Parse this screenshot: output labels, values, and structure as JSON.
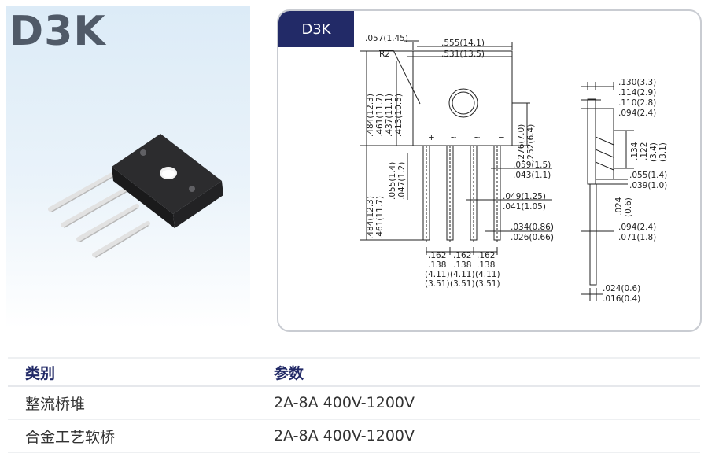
{
  "product": {
    "title": "D3K"
  },
  "drawing": {
    "tab_label": "D3K",
    "front_dims": {
      "lead_offset": ".057(1.45)",
      "width_max": ".555(14.1)",
      "width_min": ".531(13.5)",
      "radius": "R2",
      "body_h_max": ".484(12.3)",
      "body_h_min": ".461(11.7)",
      "hole_pos_max": ".437(11.1)",
      "hole_pos_min": ".413(10.5)",
      "lead_step_max": ".055(1.4)",
      "lead_step_min": ".047(1.2)",
      "lead_h_max": ".484(12.3)",
      "lead_h_min": ".461(11.7)",
      "hole_to_lead_max": ".276(7.0)",
      "hole_to_lead_min": ".252(6.4)",
      "lead_w1_max": ".059(1.5)",
      "lead_w1_min": ".043(1.1)",
      "lead_w2_max": ".049(1.25)",
      "lead_w2_min": ".041(1.05)",
      "lead_w3_max": ".034(0.86)",
      "lead_w3_min": ".026(0.66)",
      "pitch_in_max": ".162",
      "pitch_in_min": ".138",
      "pitch_mm_max": "(4.11)",
      "pitch_mm_min": "(3.51)",
      "pin_marks": [
        "+",
        "~",
        "~",
        "−"
      ]
    },
    "side_dims": {
      "t1_max": ".130(3.3)",
      "t1_min": ".114(2.9)",
      "t2_max": ".110(2.8)",
      "t2_min": ".094(2.4)",
      "fin_max": ".134",
      "fin_min": ".122",
      "fin_mm_max": "(3.4)",
      "fin_mm_min": "(3.1)",
      "step_max": ".055(1.4)",
      "step_min": ".039(1.0)",
      "bend": ".024",
      "bend_mm": "(0.6)",
      "lead_t_max": ".094(2.4)",
      "lead_t_min": ".071(1.8)",
      "tip_max": ".024(0.6)",
      "tip_min": ".016(0.4)"
    }
  },
  "specs": {
    "headers": {
      "category": "类别",
      "params": "参数"
    },
    "rows": [
      {
        "category": "整流桥堆",
        "params": "2A-8A  400V-1200V"
      },
      {
        "category": "合金工艺软桥",
        "params": "2A-8A  400V-1200V"
      }
    ]
  }
}
